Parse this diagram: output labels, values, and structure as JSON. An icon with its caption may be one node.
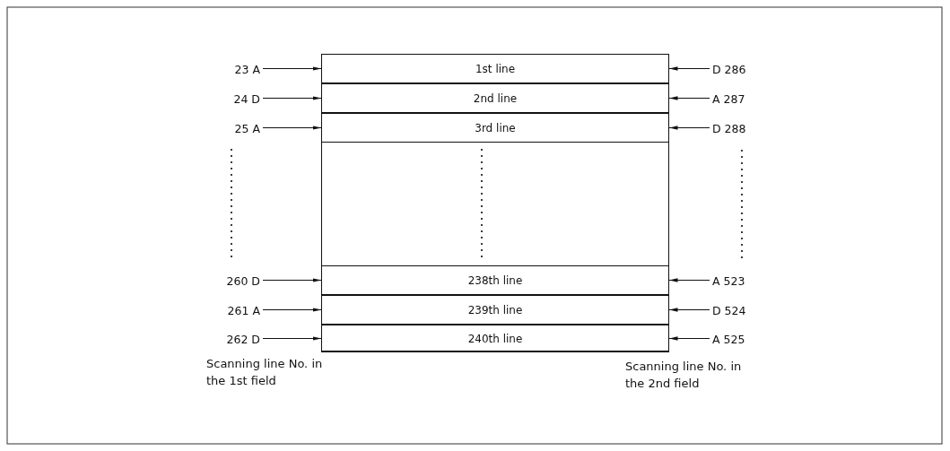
{
  "diagram": {
    "nodes": [
      {
        "text": [],
        "shape": "box"
      },
      {
        "text": [
          "1st line"
        ],
        "in": 0
      },
      {
        "text": [
          "2nd line"
        ],
        "in": 0
      },
      {
        "text": [
          "3rd line"
        ],
        "in": 0
      },
      {
        "text": [
          "238th line"
        ],
        "in": 0
      },
      {
        "text": [
          "239th line"
        ],
        "in": 0
      },
      {
        "text": [
          "240th line"
        ],
        "in": 0
      },
      {
        "text": [
          "23 A"
        ]
      },
      {
        "text": [
          "24 D"
        ]
      },
      {
        "text": [
          "25 A"
        ]
      },
      {
        "text": [
          "260 D"
        ]
      },
      {
        "text": [
          "261 A"
        ]
      },
      {
        "text": [
          "262 D"
        ]
      },
      {
        "text": [
          "D 286"
        ]
      },
      {
        "text": [
          "A 287"
        ]
      },
      {
        "text": [
          "D 288"
        ]
      },
      {
        "text": [
          "A 523"
        ]
      },
      {
        "text": [
          "D 524"
        ]
      },
      {
        "text": [
          "A 525"
        ]
      }
    ],
    "edges": [
      {
        "from": 7,
        "to": 1,
        "arrow": "to"
      },
      {
        "from": 8,
        "to": 2,
        "arrow": "to"
      },
      {
        "from": 9,
        "to": 3,
        "arrow": "to"
      },
      {
        "from": 10,
        "to": 4,
        "arrow": "to"
      },
      {
        "from": 11,
        "to": 5,
        "arrow": "to"
      },
      {
        "from": 12,
        "to": 6,
        "arrow": "to"
      },
      {
        "from": 13,
        "to": 1,
        "arrow": "to"
      },
      {
        "from": 14,
        "to": 2,
        "arrow": "to"
      },
      {
        "from": 15,
        "to": 3,
        "arrow": "to"
      },
      {
        "from": 16,
        "to": 4,
        "arrow": "to"
      },
      {
        "from": 17,
        "to": 5,
        "arrow": "to"
      },
      {
        "from": 18,
        "to": 6,
        "arrow": "to"
      }
    ],
    "labels": [
      "Scanning line No. in the 1st field",
      "Scanning line No. in the 2nd field"
    ]
  }
}
